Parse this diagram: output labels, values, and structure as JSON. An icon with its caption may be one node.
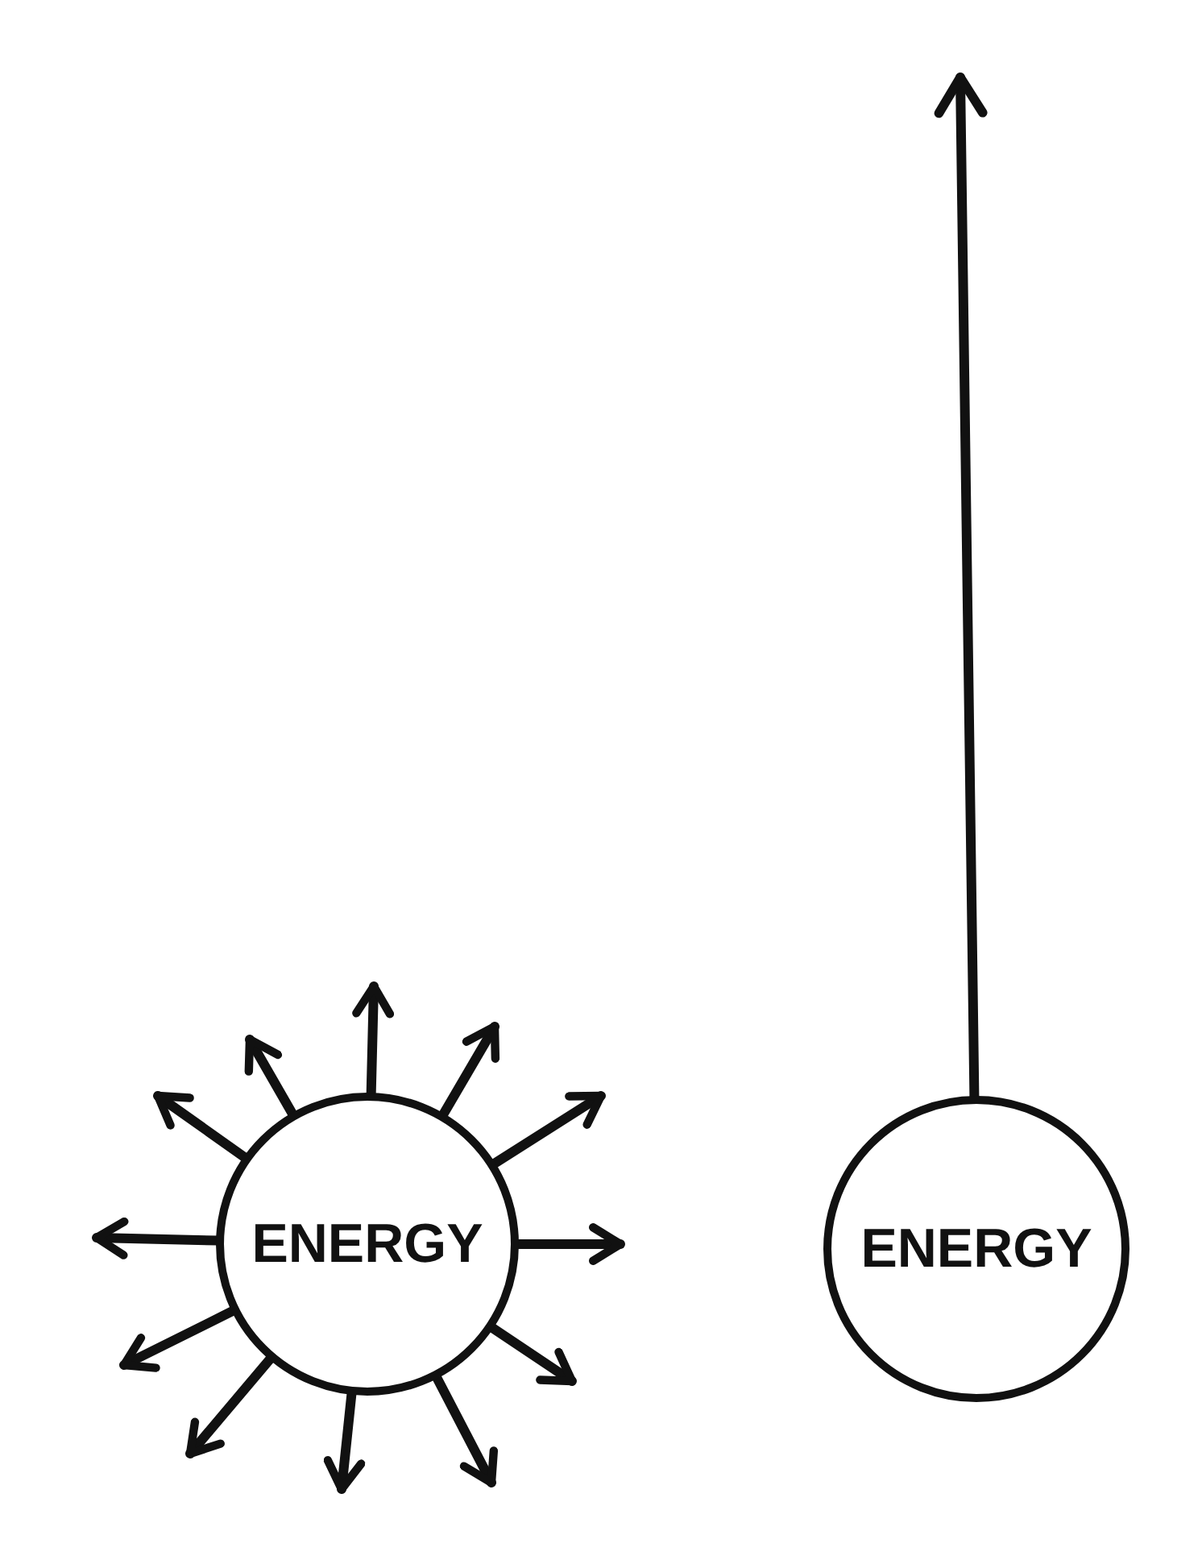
{
  "diagram": {
    "nodes": [
      {
        "text": [
          "ENERGY"
        ]
      },
      {
        "text": [
          "ENERGY"
        ]
      }
    ],
    "edges": [
      {
        "from": 0,
        "to": null,
        "arrow": "to"
      },
      {
        "from": 0,
        "to": null,
        "arrow": "to"
      },
      {
        "from": 0,
        "to": null,
        "arrow": "to"
      },
      {
        "from": 0,
        "to": null,
        "arrow": "to"
      },
      {
        "from": 0,
        "to": null,
        "arrow": "to"
      },
      {
        "from": 0,
        "to": null,
        "arrow": "to"
      },
      {
        "from": 0,
        "to": null,
        "arrow": "to"
      },
      {
        "from": 0,
        "to": null,
        "arrow": "to"
      },
      {
        "from": 0,
        "to": null,
        "arrow": "to"
      },
      {
        "from": 0,
        "to": null,
        "arrow": "to"
      },
      {
        "from": 0,
        "to": null,
        "arrow": "to"
      },
      {
        "from": 0,
        "to": null,
        "arrow": "to"
      },
      {
        "from": 1,
        "to": null,
        "arrow": "to"
      }
    ]
  }
}
